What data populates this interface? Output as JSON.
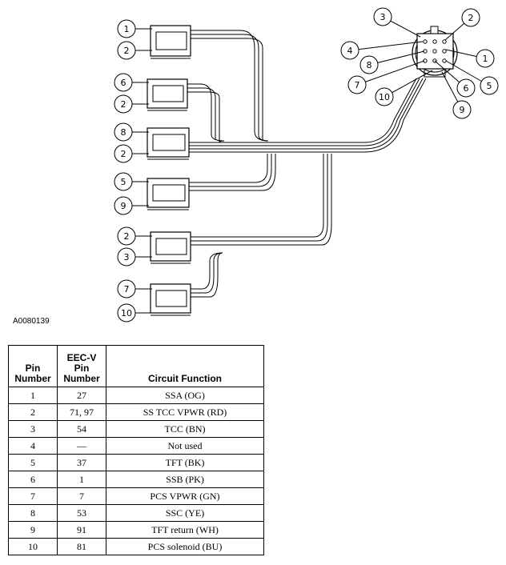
{
  "figure": {
    "reference_id": "A0080139",
    "callouts": {
      "left": [
        "1",
        "2",
        "6",
        "2",
        "8",
        "2",
        "5",
        "9",
        "2",
        "3",
        "7",
        "10"
      ],
      "right": [
        "3",
        "2",
        "4",
        "1",
        "8",
        "5",
        "7",
        "6",
        "10",
        "9"
      ]
    }
  },
  "table": {
    "headers": {
      "pin": [
        "Pin",
        "Number"
      ],
      "eec": [
        "EEC-V",
        "Pin",
        "Number"
      ],
      "function": "Circuit Function"
    },
    "rows": [
      {
        "pin": "1",
        "eec": "27",
        "function": "SSA (OG)"
      },
      {
        "pin": "2",
        "eec": "71, 97",
        "function": "SS TCC VPWR (RD)"
      },
      {
        "pin": "3",
        "eec": "54",
        "function": "TCC (BN)"
      },
      {
        "pin": "4",
        "eec": "—",
        "function": "Not used"
      },
      {
        "pin": "5",
        "eec": "37",
        "function": "TFT (BK)"
      },
      {
        "pin": "6",
        "eec": "1",
        "function": "SSB (PK)"
      },
      {
        "pin": "7",
        "eec": "7",
        "function": "PCS VPWR (GN)"
      },
      {
        "pin": "8",
        "eec": "53",
        "function": "SSC (YE)"
      },
      {
        "pin": "9",
        "eec": "91",
        "function": "TFT return (WH)"
      },
      {
        "pin": "10",
        "eec": "81",
        "function": "PCS solenoid (BU)"
      }
    ]
  }
}
